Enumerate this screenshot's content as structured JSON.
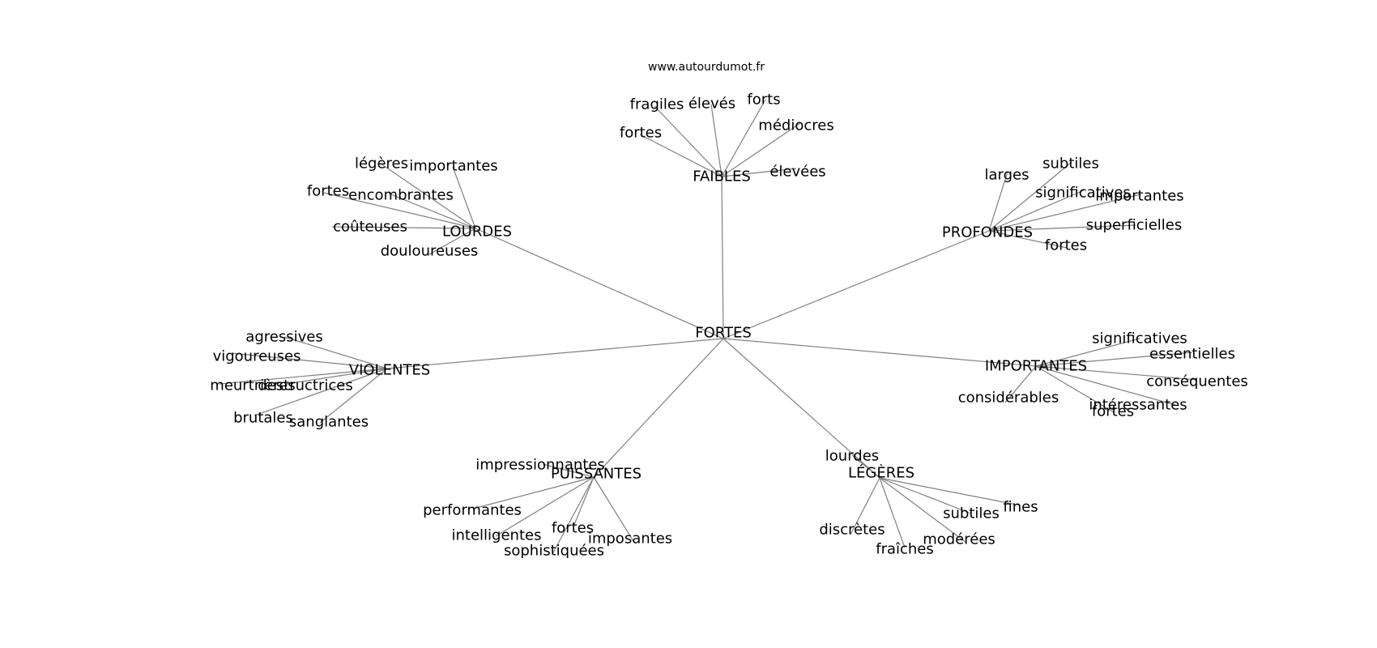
{
  "source": "www.autourdumot.fr",
  "colors": {
    "edge": "#808080",
    "text": "#000000",
    "background": "#ffffff"
  },
  "graph": {
    "center": "FORTES",
    "hubs": [
      {
        "key": "faibles",
        "label": "FAIBLES",
        "leaves": [
          "fragiles",
          "élevés",
          "forts",
          "médiocres",
          "fortes",
          "élevées"
        ]
      },
      {
        "key": "lourdes",
        "label": "LOURDES",
        "leaves": [
          "légères",
          "importantes",
          "fortes",
          "encombrantes",
          "coûteuses",
          "douloureuses"
        ]
      },
      {
        "key": "profondes",
        "label": "PROFONDES",
        "leaves": [
          "larges",
          "subtiles",
          "significatives",
          "importantes",
          "superficielles",
          "fortes"
        ]
      },
      {
        "key": "violentes",
        "label": "VIOLENTES",
        "leaves": [
          "agressives",
          "vigoureuses",
          "meurtrières",
          "destructrices",
          "brutales",
          "sanglantes"
        ]
      },
      {
        "key": "importantes",
        "label": "IMPORTANTES",
        "leaves": [
          "significatives",
          "essentielles",
          "conséquentes",
          "considérables",
          "intéressantes",
          "fortes"
        ]
      },
      {
        "key": "puissantes",
        "label": "PUISSANTES",
        "leaves": [
          "impressionnantes",
          "performantes",
          "intelligentes",
          "fortes",
          "imposantes",
          "sophistiquées"
        ]
      },
      {
        "key": "legeres",
        "label": "LÉGÈRES",
        "leaves": [
          "lourdes",
          "fines",
          "subtiles",
          "discrètes",
          "modérées",
          "fraîches"
        ]
      }
    ]
  }
}
